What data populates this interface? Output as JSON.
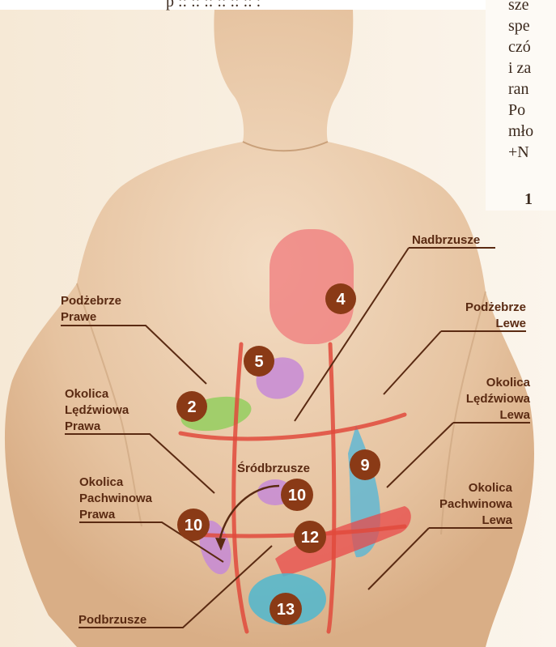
{
  "colors": {
    "label_text": "#5a2a12",
    "number_circle": "#8a3a16",
    "grid_lines": "#e04a3c",
    "stomach": "#f08080",
    "gallbladder": "#c58ad6",
    "liver": "#8fce5a",
    "colon": "#59b6d6",
    "intestine": "#e84a4a",
    "bladder": "#4fb7cf"
  },
  "page_text": {
    "right_fragments": [
      "sze",
      "spe",
      "czó",
      "i za",
      "ran",
      "Po",
      "mło",
      "+N",
      "1"
    ]
  },
  "labels": {
    "nadbrzusze": "Nadbrzusze",
    "podzebrze_prawe_1": "Podżebrze",
    "podzebrze_prawe_2": "Prawe",
    "podzebrze_lewe_1": "Podżebrze",
    "podzebrze_lewe_2": "Lewe",
    "ledzwiowa_prawa_1": "Okolica",
    "ledzwiowa_prawa_2": "Lędźwiowa",
    "ledzwiowa_prawa_3": "Prawa",
    "ledzwiowa_lewa_1": "Okolica",
    "ledzwiowa_lewa_2": "Lędźwiowa",
    "ledzwiowa_lewa_3": "Lewa",
    "srodbrzusze": "Śródbrzusze",
    "pachwinowa_prawa_1": "Okolica",
    "pachwinowa_prawa_2": "Pachwinowa",
    "pachwinowa_prawa_3": "Prawa",
    "pachwinowa_lewa_1": "Okolica",
    "pachwinowa_lewa_2": "Pachwinowa",
    "pachwinowa_lewa_3": "Lewa",
    "podbrzusze": "Podbrzusze"
  },
  "numbers": {
    "n4": "4",
    "n5": "5",
    "n2": "2",
    "n9": "9",
    "n10a": "10",
    "n10b": "10",
    "n12": "12",
    "n13": "13"
  }
}
